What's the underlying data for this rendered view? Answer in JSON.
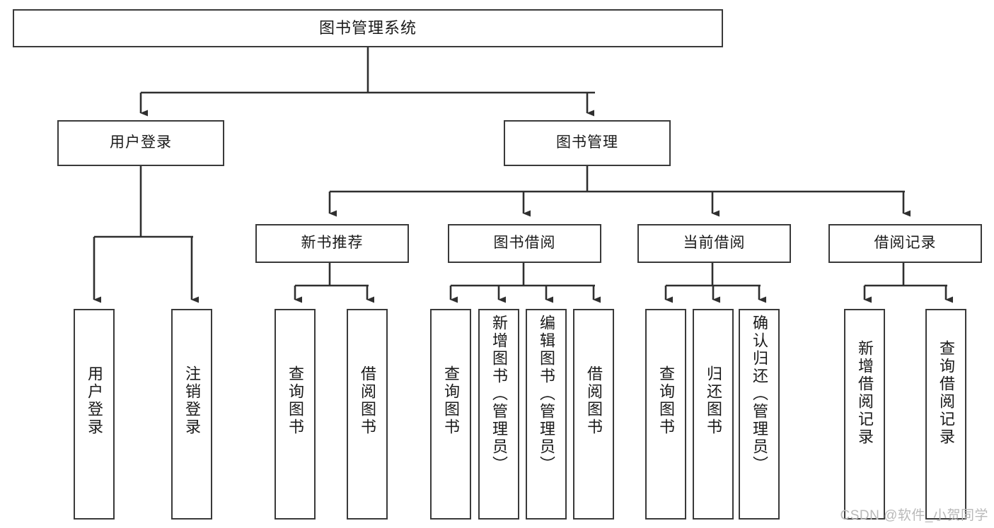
{
  "diagram": {
    "type": "tree-hierarchy-chart",
    "title": "图书管理系统",
    "root": {
      "label": "图书管理系统"
    },
    "level2": [
      {
        "id": "user-login",
        "label": "用户登录"
      },
      {
        "id": "book-manage",
        "label": "图书管理"
      }
    ],
    "level3": [
      {
        "id": "new-book-recommend",
        "label": "新书推荐"
      },
      {
        "id": "book-borrow",
        "label": "图书借阅"
      },
      {
        "id": "current-borrow",
        "label": "当前借阅"
      },
      {
        "id": "borrow-record",
        "label": "借阅记录"
      }
    ],
    "leaves": {
      "user_login": [
        {
          "id": "leaf-user-login",
          "label": "用户登录"
        },
        {
          "id": "leaf-logout-login",
          "label": "注销登录"
        }
      ],
      "new_book_recommend": [
        {
          "id": "leaf-query-book-1",
          "label": "查询图书"
        },
        {
          "id": "leaf-borrow-book-1",
          "label": "借阅图书"
        }
      ],
      "book_borrow": [
        {
          "id": "leaf-query-book-2",
          "label": "查询图书"
        },
        {
          "id": "leaf-add-book",
          "label": "新增图书（管理员）"
        },
        {
          "id": "leaf-edit-book",
          "label": "编辑图书（管理员）"
        },
        {
          "id": "leaf-borrow-book-2",
          "label": "借阅图书"
        }
      ],
      "current_borrow": [
        {
          "id": "leaf-query-book-3",
          "label": "查询图书"
        },
        {
          "id": "leaf-return-book",
          "label": "归还图书"
        },
        {
          "id": "leaf-confirm-return",
          "label": "确认归还（管理员）"
        }
      ],
      "borrow_record": [
        {
          "id": "leaf-add-record",
          "label": "新增借阅记录"
        },
        {
          "id": "leaf-query-record",
          "label": "查询借阅记录"
        }
      ]
    }
  },
  "watermark": {
    "text": "CSDN @软件_小贺同学"
  },
  "colors": {
    "background": "#ffffff",
    "box_border": "#3a3a3a",
    "box_fill": "#ffffff",
    "text": "#1a1a1a",
    "connector": "#2f2f2f",
    "watermark": "#b9b9b9"
  }
}
